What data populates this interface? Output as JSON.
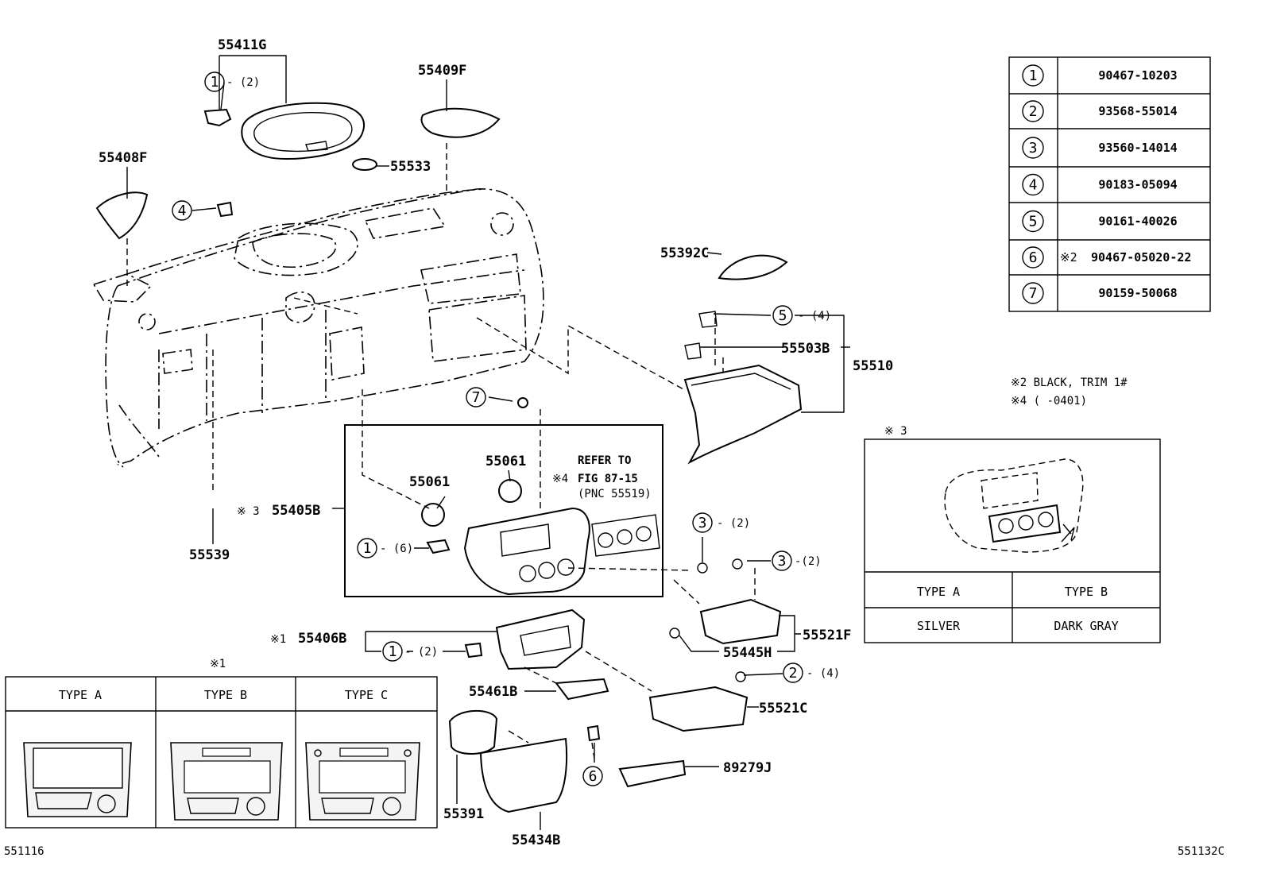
{
  "parts": {
    "p55411G": "55411G",
    "p55409F": "55409F",
    "p55408F": "55408F",
    "p55533": "55533",
    "p55392C": "55392C",
    "p55503B": "55503B",
    "p55510": "55510",
    "p55061a": "55061",
    "p55061b": "55061",
    "p55405B": "55405B",
    "p55539": "55539",
    "p55406B": "55406B",
    "p55461B": "55461B",
    "p55521F": "55521F",
    "p55445H": "55445H",
    "p55521C": "55521C",
    "p89279J": "89279J",
    "p55391": "55391",
    "p55434B": "55434B"
  },
  "callouts": {
    "c1_top": "1",
    "c1_top_qty": "- (2)",
    "c4": "4",
    "c5": "5",
    "c5_qty": "- (4)",
    "c7": "7",
    "c1_mid": "1",
    "c1_mid_qty": "- (6)",
    "c3a": "3",
    "c3a_qty": "- (2)",
    "c3b": "3",
    "c3b_qty": "-(2)",
    "c1_low": "1",
    "c1_low_qty": "- (2)",
    "c2": "2",
    "c2_qty": "- (4)",
    "c6": "6"
  },
  "marks": {
    "m3_55405": "※ 3",
    "m1_55406": "※1",
    "m4_refer": "※4"
  },
  "refer": {
    "line1": "REFER TO",
    "line2": "FIG 87-15",
    "line3": "(PNC 55519)"
  },
  "fastener_table": [
    {
      "no": "1",
      "note": "",
      "part": "90467-10203"
    },
    {
      "no": "2",
      "note": "",
      "part": "93568-55014"
    },
    {
      "no": "3",
      "note": "",
      "part": "93560-14014"
    },
    {
      "no": "4",
      "note": "",
      "part": "90183-05094"
    },
    {
      "no": "5",
      "note": "",
      "part": "90161-40026"
    },
    {
      "no": "6",
      "note": "※2",
      "part": "90467-05020-22"
    },
    {
      "no": "7",
      "note": "",
      "part": "90159-50068"
    }
  ],
  "notes": {
    "note2": "※2  BLACK, TRIM 1#",
    "note4": "※4  (      -0401)"
  },
  "type3": {
    "title": "※ 3",
    "headers": [
      "TYPE  A",
      "TYPE  B"
    ],
    "values": [
      "SILVER",
      "DARK GRAY"
    ]
  },
  "type1": {
    "title": "※1",
    "headers": [
      "TYPE  A",
      "TYPE  B",
      "TYPE  C"
    ]
  },
  "codes": {
    "left": "551116",
    "right": "551132C"
  },
  "colors": {
    "ink": "#000000",
    "paper": "#ffffff"
  }
}
